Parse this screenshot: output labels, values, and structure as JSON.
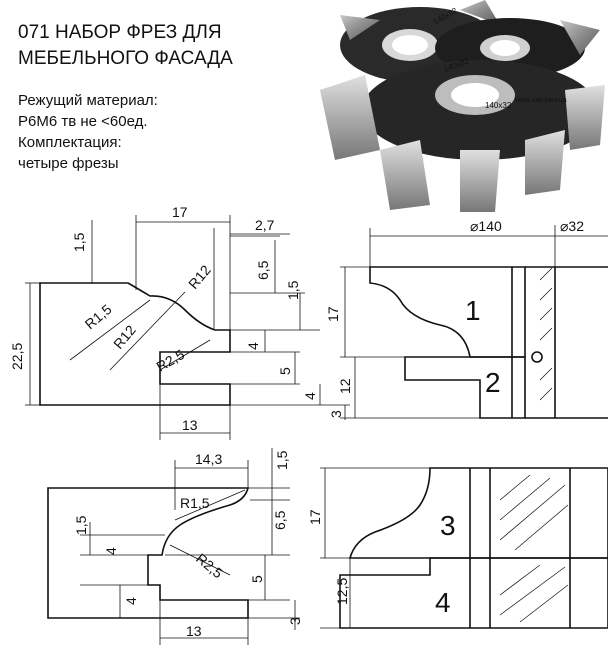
{
  "title_lines": [
    "071 НАБОР ФРЕЗ ДЛЯ",
    "МЕБЕЛЬНОГО ФАСАДА"
  ],
  "specs": {
    "material_label": "Режущий материал:",
    "material_value": "Р6М6 тв не <60ед.",
    "kit_label": "Комплектация:",
    "kit_value": "четыре фрезы"
  },
  "photo": {
    "watermark": "www.sae.kiev.ua",
    "markings": [
      "140x32",
      "140x32",
      "140x32"
    ]
  },
  "drawing": {
    "profile1": {
      "width_top": "17",
      "width_small": "2,7",
      "offset_top": "1,5",
      "height_total": "22,5",
      "r_small_left": "R1,5",
      "r_large_1": "R12",
      "r_large_2": "R12",
      "r_small_right": "R2,5",
      "dim_6_5": "6,5",
      "dim_1_5": "1,5",
      "dim_4": "4",
      "dim_5": "5",
      "dim_4b": "4",
      "dim_3": "3",
      "bottom_width": "13"
    },
    "cutter_top": {
      "diameter": "⌀140",
      "bore": "⌀32",
      "height_17": "17",
      "height_12": "12",
      "num_1": "1",
      "num_2": "2"
    },
    "profile2": {
      "width_top": "14,3",
      "dim_1_5_top": "1,5",
      "r_small": "R1,5",
      "r_large": "R2,5",
      "dim_6_5": "6,5",
      "dim_1_5_left": "1,5",
      "dim_4_left": "4",
      "dim_5": "5",
      "dim_4_bottom": "4",
      "dim_3": "3",
      "bottom_width": "13"
    },
    "cutter_bottom": {
      "height_17": "17",
      "height_12_5": "12,5",
      "num_3": "3",
      "num_4": "4"
    }
  }
}
